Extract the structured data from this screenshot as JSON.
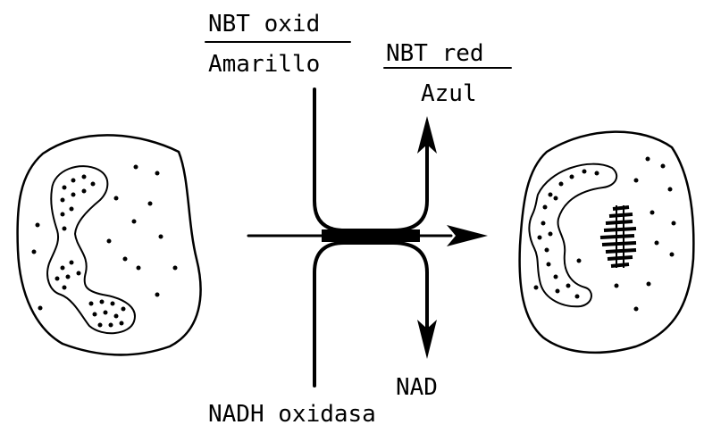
{
  "labels": {
    "nbt_oxid": "NBT oxid",
    "amarillo": "Amarillo",
    "nbt_red": "NBT red",
    "azul": "Azul",
    "nad": "NAD",
    "nadh_oxidasa": "NADH oxidasa"
  },
  "colors": {
    "ink": "#000000",
    "background": "#ffffff"
  }
}
